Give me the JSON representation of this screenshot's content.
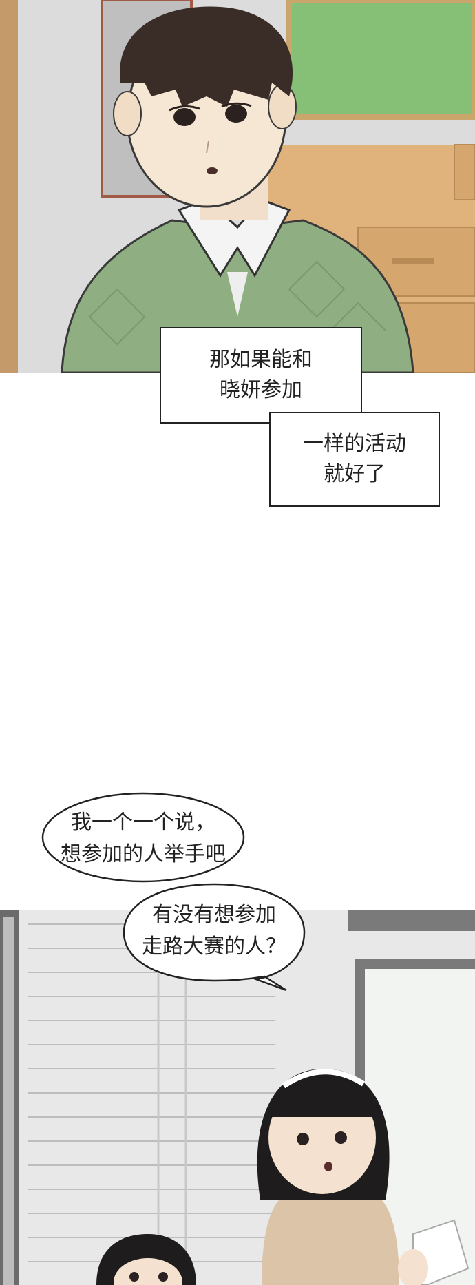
{
  "captions": {
    "caption_1": "那如果能和\n晓妍参加",
    "caption_2": "一样的活动\n就好了"
  },
  "speech": {
    "bubble_1": "我一个一个说，\n想参加的人举手吧",
    "bubble_2": "有没有想参加\n走路大赛的人？"
  },
  "colors": {
    "cardigan_green": "#8fae82",
    "board_green": "#86c077",
    "hair": "#3a2d28",
    "cabinet": "#d6a66f",
    "bob_hair": "#1e1c1d"
  }
}
